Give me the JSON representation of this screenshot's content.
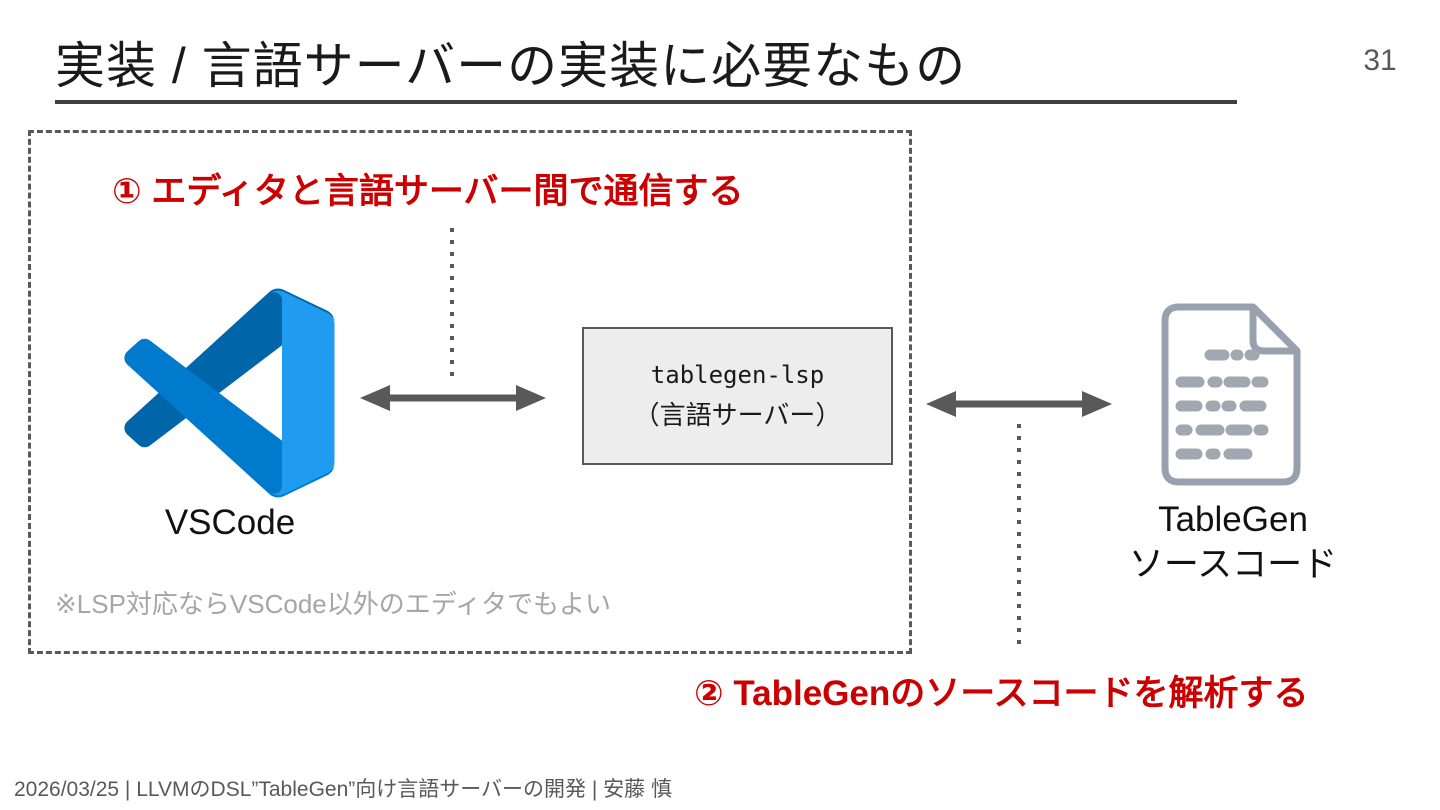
{
  "slide": {
    "title": "実装 / 言語サーバーの実装に必要なもの",
    "page_number": "31",
    "footer": "2026/03/25 | LLVMのDSL”TableGen”向け言語サーバーの開発 | 安藤 慎"
  },
  "diagram": {
    "annotation1": "① エディタと言語サーバー間で通信する",
    "annotation2": "② TableGenのソースコードを解析する",
    "vscode_label": "VSCode",
    "server_box": {
      "line1": "tablegen-lsp",
      "line2": "（言語サーバー）"
    },
    "tablegen_label_line1": "TableGen",
    "tablegen_label_line2": "ソースコード",
    "note": "※LSP対応ならVSCode以外のエディタでもよい"
  },
  "icons": {
    "vscode_logo": "vscode-logo-icon",
    "document": "document-icon",
    "arrow": "double-headed-arrow-icon"
  },
  "colors": {
    "accent_red": "#cc0000",
    "connector_gray": "#595959",
    "note_gray": "#a6a6a6",
    "box_fill": "#ededed",
    "vscode_blue_dark": "#0065A9",
    "vscode_blue": "#007ACC",
    "vscode_blue_light": "#1F9CF0",
    "doc_outline_gray": "#98a2af"
  }
}
